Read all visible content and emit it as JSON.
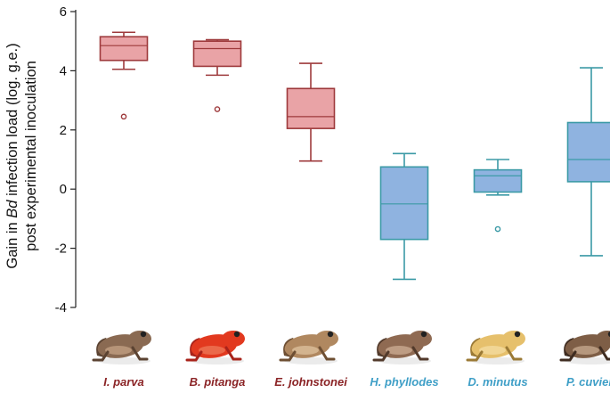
{
  "chart_data": {
    "type": "box",
    "title": "",
    "ylabel": {
      "line1_pre": "Gain in ",
      "line1_italic": "Bd",
      "line1_post": " infection load (log. g.e.)",
      "line2": "post experimental inoculation"
    },
    "ylim": [
      -4,
      6
    ],
    "yticks": [
      6,
      4,
      2,
      0,
      -2,
      -4
    ],
    "grid": false,
    "categories": [
      "I. parva",
      "B. pitanga",
      "E. johnstonei",
      "H. phyllodes",
      "D. minutus",
      "P. cuvieri"
    ],
    "groups": [
      {
        "name": "red",
        "members": [
          "I. parva",
          "B. pitanga",
          "E. johnstonei"
        ],
        "fill": "#e9a3a6",
        "stroke": "#9e3a3c",
        "label_color": "#8b2426"
      },
      {
        "name": "blue",
        "members": [
          "H. phyllodes",
          "D. minutus",
          "P. cuvieri"
        ],
        "fill": "#8fb3e0",
        "stroke": "#3b9aa6",
        "label_color": "#3f9fc7"
      }
    ],
    "boxes": [
      {
        "category": "I. parva",
        "whisker_low": 4.05,
        "q1": 4.35,
        "median": 4.85,
        "q3": 5.15,
        "whisker_high": 5.3,
        "outliers": [
          2.45
        ]
      },
      {
        "category": "B. pitanga",
        "whisker_low": 3.85,
        "q1": 4.15,
        "median": 4.75,
        "q3": 5.0,
        "whisker_high": 5.05,
        "outliers": [
          2.7
        ]
      },
      {
        "category": "E. johnstonei",
        "whisker_low": 0.95,
        "q1": 2.05,
        "median": 2.45,
        "q3": 3.4,
        "whisker_high": 4.25,
        "outliers": []
      },
      {
        "category": "H. phyllodes",
        "whisker_low": -3.05,
        "q1": -1.7,
        "median": -0.5,
        "q3": 0.75,
        "whisker_high": 1.2,
        "outliers": []
      },
      {
        "category": "D. minutus",
        "whisker_low": -0.2,
        "q1": -0.1,
        "median": 0.45,
        "q3": 0.65,
        "whisker_high": 1.0,
        "outliers": [
          -1.35
        ]
      },
      {
        "category": "P. cuvieri",
        "whisker_low": -2.25,
        "q1": 0.25,
        "median": 1.0,
        "q3": 2.25,
        "whisker_high": 4.1,
        "outliers": []
      }
    ],
    "frog_icons": [
      "frog-photo-i-parva",
      "frog-photo-b-pitanga",
      "frog-photo-e-johnstonei",
      "frog-photo-h-phyllodes",
      "frog-photo-d-minutus",
      "frog-photo-p-cuvieri"
    ]
  }
}
